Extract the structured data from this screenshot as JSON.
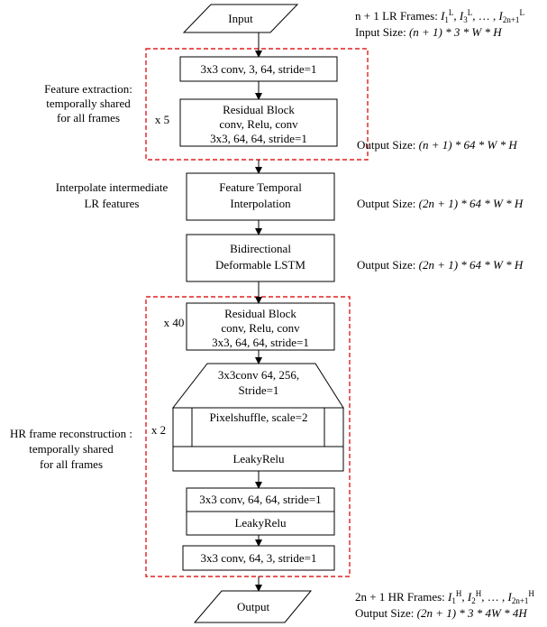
{
  "nodes": {
    "input": "Input",
    "conv1": "3x3 conv, 3, 64, stride=1",
    "res1": [
      "Residual Block",
      "conv, Relu, conv",
      "3x3, 64, 64, stride=1"
    ],
    "fti": [
      "Feature Temporal",
      "Interpolation"
    ],
    "lstm": [
      "Bidirectional",
      "Deformable LSTM"
    ],
    "res2": [
      "Residual Block",
      "conv, Relu, conv",
      "3x3, 64, 64, stride=1"
    ],
    "upconv": [
      "3x3conv 64, 256,",
      "Stride=1"
    ],
    "pixelshuffle": "Pixelshuffle, scale=2",
    "leaky1": "LeakyRelu",
    "conv2": "3x3 conv, 64, 64, stride=1",
    "leaky2": "LeakyRelu",
    "conv3": "3x3 conv, 64, 3, stride=1",
    "output": "Output"
  },
  "multipliers": {
    "res1": "x 5",
    "res2": "x 40",
    "upsample": "x 2"
  },
  "side_labels": {
    "feature_extraction": [
      "Feature extraction:",
      "temporally shared",
      "for all frames"
    ],
    "interpolate": [
      "Interpolate intermediate",
      "LR features"
    ],
    "hr_reconstruction": [
      "HR frame reconstruction :",
      "temporally shared",
      "for all frames"
    ]
  },
  "notes": {
    "input_frames_prefix": "n + 1 LR Frames: ",
    "input_frames_math": "I",
    "input_size_prefix": "Input Size: ",
    "input_size_math": "(n + 1) * 3 * W * H",
    "fe_output_prefix": "Output Size: ",
    "fe_output_math": "(n + 1) * 64 * W * H",
    "fti_output_prefix": "Output Size: ",
    "fti_output_math": "(2n + 1) * 64 * W * H",
    "lstm_output_prefix": "Output Size: ",
    "lstm_output_math": "(2n + 1) * 64 * W * H",
    "output_frames_prefix": "2n + 1 HR Frames: ",
    "output_size_prefix": "Output Size: ",
    "output_size_math": "(2n + 1) * 3 * 4W * 4H"
  },
  "colors": {
    "group_border": "#e02020",
    "stroke": "#000000"
  }
}
